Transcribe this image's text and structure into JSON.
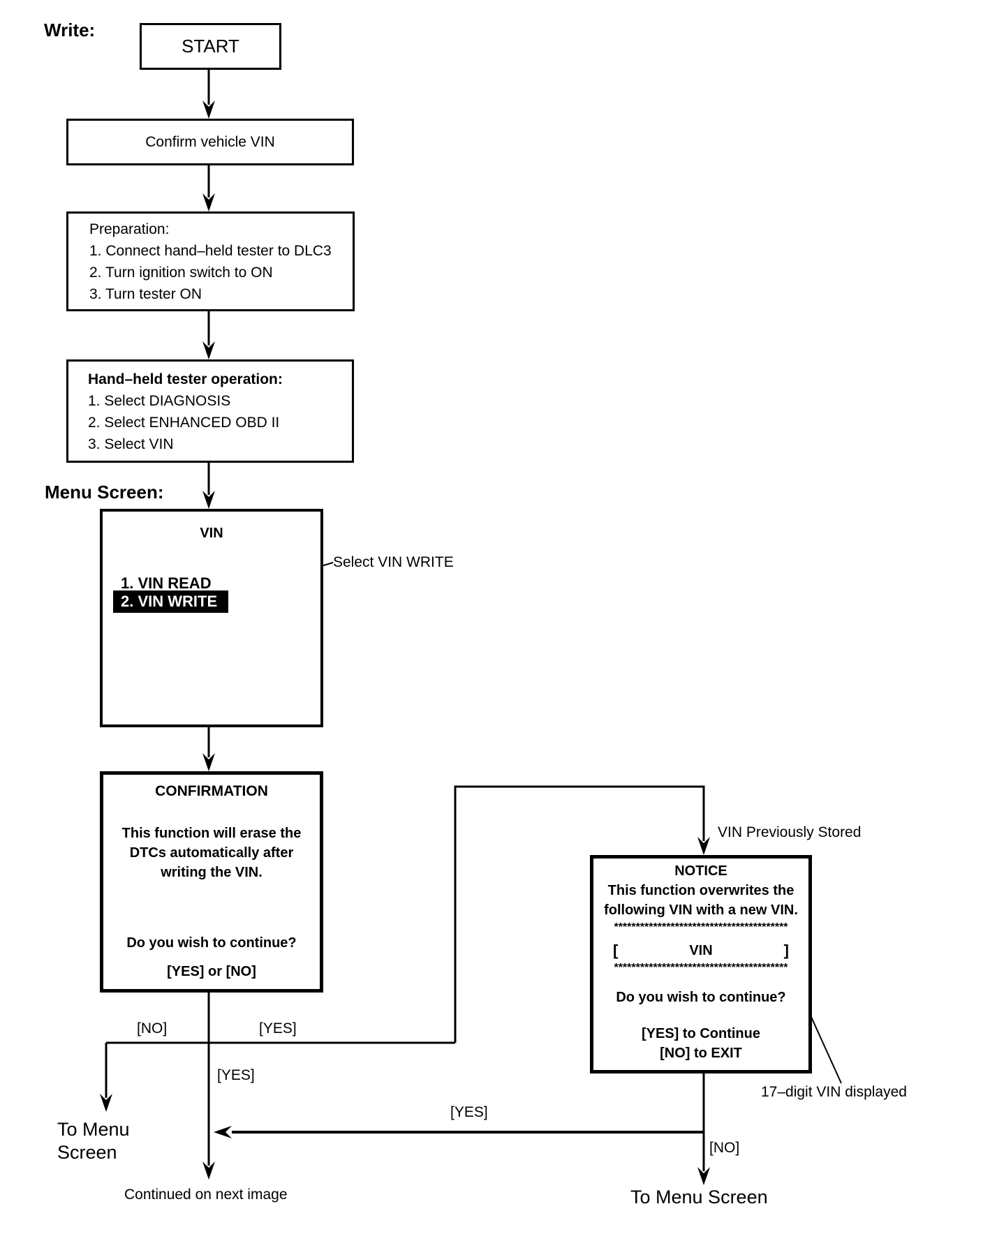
{
  "page": {
    "write_label": "Write:",
    "menu_screen_label": "Menu Screen:"
  },
  "flow": {
    "start": "START",
    "confirm": "Confirm vehicle VIN",
    "preparation": {
      "title": "Preparation:",
      "items": [
        "1. Connect hand–held tester to DLC3",
        "2. Turn ignition switch to ON",
        "3. Turn tester ON"
      ]
    },
    "tester": {
      "title": "Hand–held tester operation:",
      "items": [
        "1. Select DIAGNOSIS",
        "2. Select ENHANCED OBD II",
        "3. Select VIN"
      ]
    },
    "vin_menu": {
      "title": "VIN",
      "item_read": "1. VIN READ",
      "item_write": "2. VIN WRITE"
    },
    "confirmation": {
      "title": "CONFIRMATION",
      "body": [
        "This function will erase the",
        "DTCs automatically after",
        "writing the VIN."
      ],
      "question": "Do you wish to continue?",
      "options": "[YES] or [NO]"
    },
    "notice": {
      "title": "NOTICE",
      "body": [
        "This function overwrites the",
        "following VIN with a new VIN."
      ],
      "stars": "****************************************",
      "vin_open": "[",
      "vin_label": "VIN",
      "vin_close": "]",
      "question": "Do you wish to continue?",
      "yes_line": "[YES] to Continue",
      "no_line": "[NO] to EXIT"
    }
  },
  "annotations": {
    "select_vin_write": "Select VIN WRITE",
    "vin_previously_stored": "VIN Previously Stored",
    "seventeen_digit": "17–digit VIN displayed"
  },
  "edges": {
    "no_1": "[NO]",
    "yes_1": "[YES]",
    "yes_2": "[YES]",
    "yes_3": "[YES]",
    "no_2": "[NO]",
    "to_menu_left_line1": "To Menu",
    "to_menu_left_line2": "Screen",
    "to_menu_right": "To Menu Screen",
    "continued": "Continued on next image"
  },
  "colors": {
    "ink": "#000000",
    "paper": "#ffffff",
    "highlight_bg": "#000000",
    "highlight_fg": "#ffffff"
  }
}
